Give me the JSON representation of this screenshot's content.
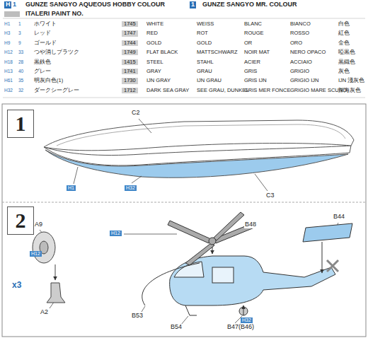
{
  "diagram": {
    "nodes": [
      {
        "text": [
          "1"
        ]
      },
      {
        "text": [
          "2"
        ]
      }
    ],
    "labels": [
      "H",
      "1",
      "GUNZE SANGYO AQUEOUS HOBBY COLOUR",
      "ITALERI PAINT NO.",
      "1",
      "GUNZE SANGYO MR. COLOUR",
      "H1",
      "1",
      "ホワイト",
      "1745",
      "WHITE",
      "WEISS",
      "BLANC",
      "BIANCO",
      "白色",
      "H3",
      "3",
      "レッド",
      "1747",
      "RED",
      "ROT",
      "ROUGE",
      "ROSSO",
      "紅色",
      "H9",
      "9",
      "ゴールド",
      "1744",
      "GOLD",
      "GOLD",
      "OR",
      "ORO",
      "金色",
      "H12",
      "33",
      "つや消しブラツク",
      "1749",
      "FLAT BLACK",
      "MATTSCHWARZ",
      "NOIR MAT",
      "NERO OPACO",
      "啞黒色",
      "H18",
      "28",
      "黒鉄色",
      "1415",
      "STEEL",
      "STAHL",
      "ACIER",
      "ACCIAIO",
      "黒鐵色",
      "H13",
      "40",
      "グレー",
      "1741",
      "GRAY",
      "GRAU",
      "GRIS",
      "GRIGIO",
      "灰色",
      "H61",
      "35",
      "明灰白色(1)",
      "1730",
      "IJN GRAY",
      "IJN GRAU",
      "GRIS IJN",
      "GRIGIO IJN",
      "IJN 淺灰色",
      "H32",
      "32",
      "ダークシーグレー",
      "1712",
      "DARK SEA GRAY",
      "SEE GRAU, DUNKEL",
      "GRIS MER FONCE",
      "GRIGIO MARE SCURO",
      "深海灰色",
      "C2",
      "C3",
      "H1",
      "H32",
      "B48",
      "B44",
      "A9",
      "A2",
      "B53",
      "B54",
      "B47(B46)",
      "x3",
      "H12",
      "H12",
      "H32"
    ]
  }
}
